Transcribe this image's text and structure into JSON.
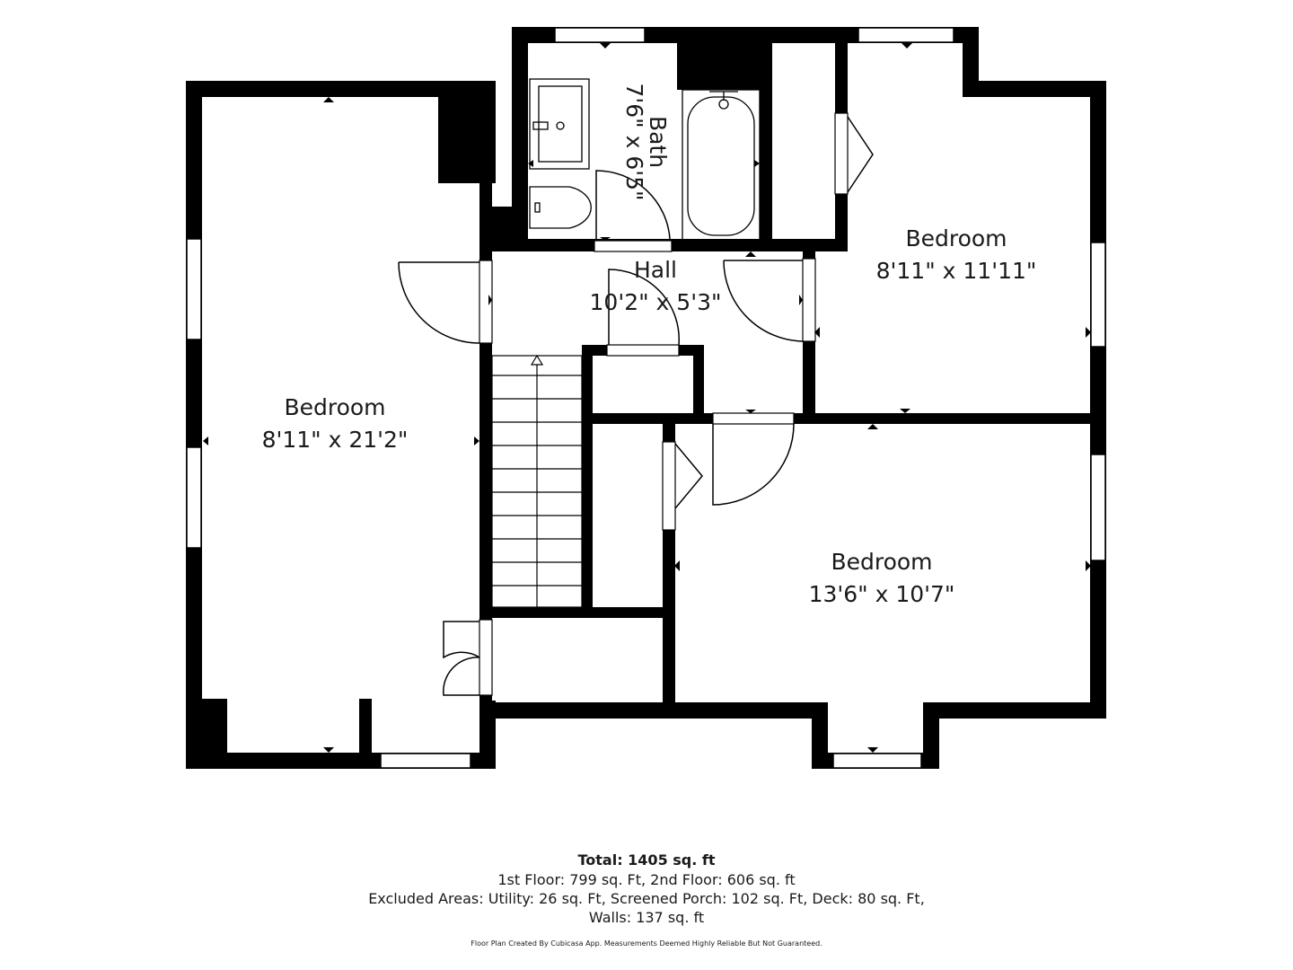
{
  "rooms": {
    "bedroom_left": {
      "name": "Bedroom",
      "dims": "8'11\" x 21'2\""
    },
    "bath": {
      "name": "Bath",
      "dims": "7'6\" x 6'5\""
    },
    "hall": {
      "name": "Hall",
      "dims": "10'2\" x 5'3\""
    },
    "bedroom_top_right": {
      "name": "Bedroom",
      "dims": "8'11\" x 11'11\""
    },
    "bedroom_bottom_right": {
      "name": "Bedroom",
      "dims": "13'6\" x 10'7\""
    }
  },
  "summary": {
    "total": "Total: 1405 sq. ft",
    "floors": "1st Floor: 799 sq. Ft, 2nd Floor: 606 sq. ft",
    "excluded": "Excluded Areas: Utility: 26 sq. Ft, Screened Porch: 102 sq. Ft, Deck: 80 sq. Ft,",
    "walls": "Walls: 137 sq. ft"
  },
  "credit": "Floor Plan Created By Cubicasa App. Measurements Deemed Highly Reliable But Not Guaranteed.",
  "colors": {
    "wall": "#000000",
    "background": "#ffffff",
    "text": "#1a1a1a"
  }
}
